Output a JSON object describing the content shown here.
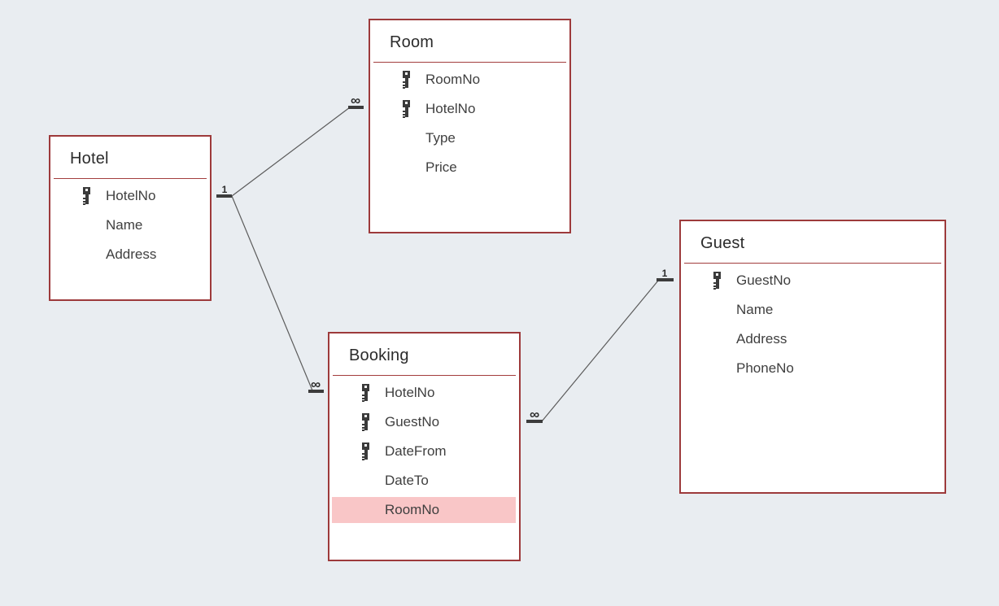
{
  "diagram": {
    "tables": [
      {
        "name": "Hotel",
        "fields": [
          {
            "label": "HotelNo",
            "primary_key": true
          },
          {
            "label": "Name",
            "primary_key": false
          },
          {
            "label": "Address",
            "primary_key": false
          }
        ]
      },
      {
        "name": "Room",
        "fields": [
          {
            "label": "RoomNo",
            "primary_key": true
          },
          {
            "label": "HotelNo",
            "primary_key": true
          },
          {
            "label": "Type",
            "primary_key": false
          },
          {
            "label": "Price",
            "primary_key": false
          }
        ]
      },
      {
        "name": "Booking",
        "fields": [
          {
            "label": "HotelNo",
            "primary_key": true
          },
          {
            "label": "GuestNo",
            "primary_key": true
          },
          {
            "label": "DateFrom",
            "primary_key": true
          },
          {
            "label": "DateTo",
            "primary_key": false
          },
          {
            "label": "RoomNo",
            "primary_key": false,
            "highlighted": true
          }
        ]
      },
      {
        "name": "Guest",
        "fields": [
          {
            "label": "GuestNo",
            "primary_key": true
          },
          {
            "label": "Name",
            "primary_key": false
          },
          {
            "label": "Address",
            "primary_key": false
          },
          {
            "label": "PhoneNo",
            "primary_key": false
          }
        ]
      }
    ],
    "relationships": [
      {
        "from_table": "Hotel",
        "to_table": "Room",
        "from_cardinality": "1",
        "to_cardinality": "∞"
      },
      {
        "from_table": "Hotel",
        "to_table": "Booking",
        "from_cardinality": "1",
        "to_cardinality": "∞"
      },
      {
        "from_table": "Guest",
        "to_table": "Booking",
        "from_cardinality": "1",
        "to_cardinality": "∞"
      }
    ],
    "icons": {
      "primary_key": "key-icon"
    },
    "colors": {
      "background": "#e9edf1",
      "table_border": "#9d3a3b",
      "table_background": "#ffffff",
      "title_separator": "#a33d3d",
      "highlight_row": "#f9c6c7",
      "relationship_line": "#5b5b5b",
      "cardinality_marker": "#3c3c3c"
    }
  }
}
